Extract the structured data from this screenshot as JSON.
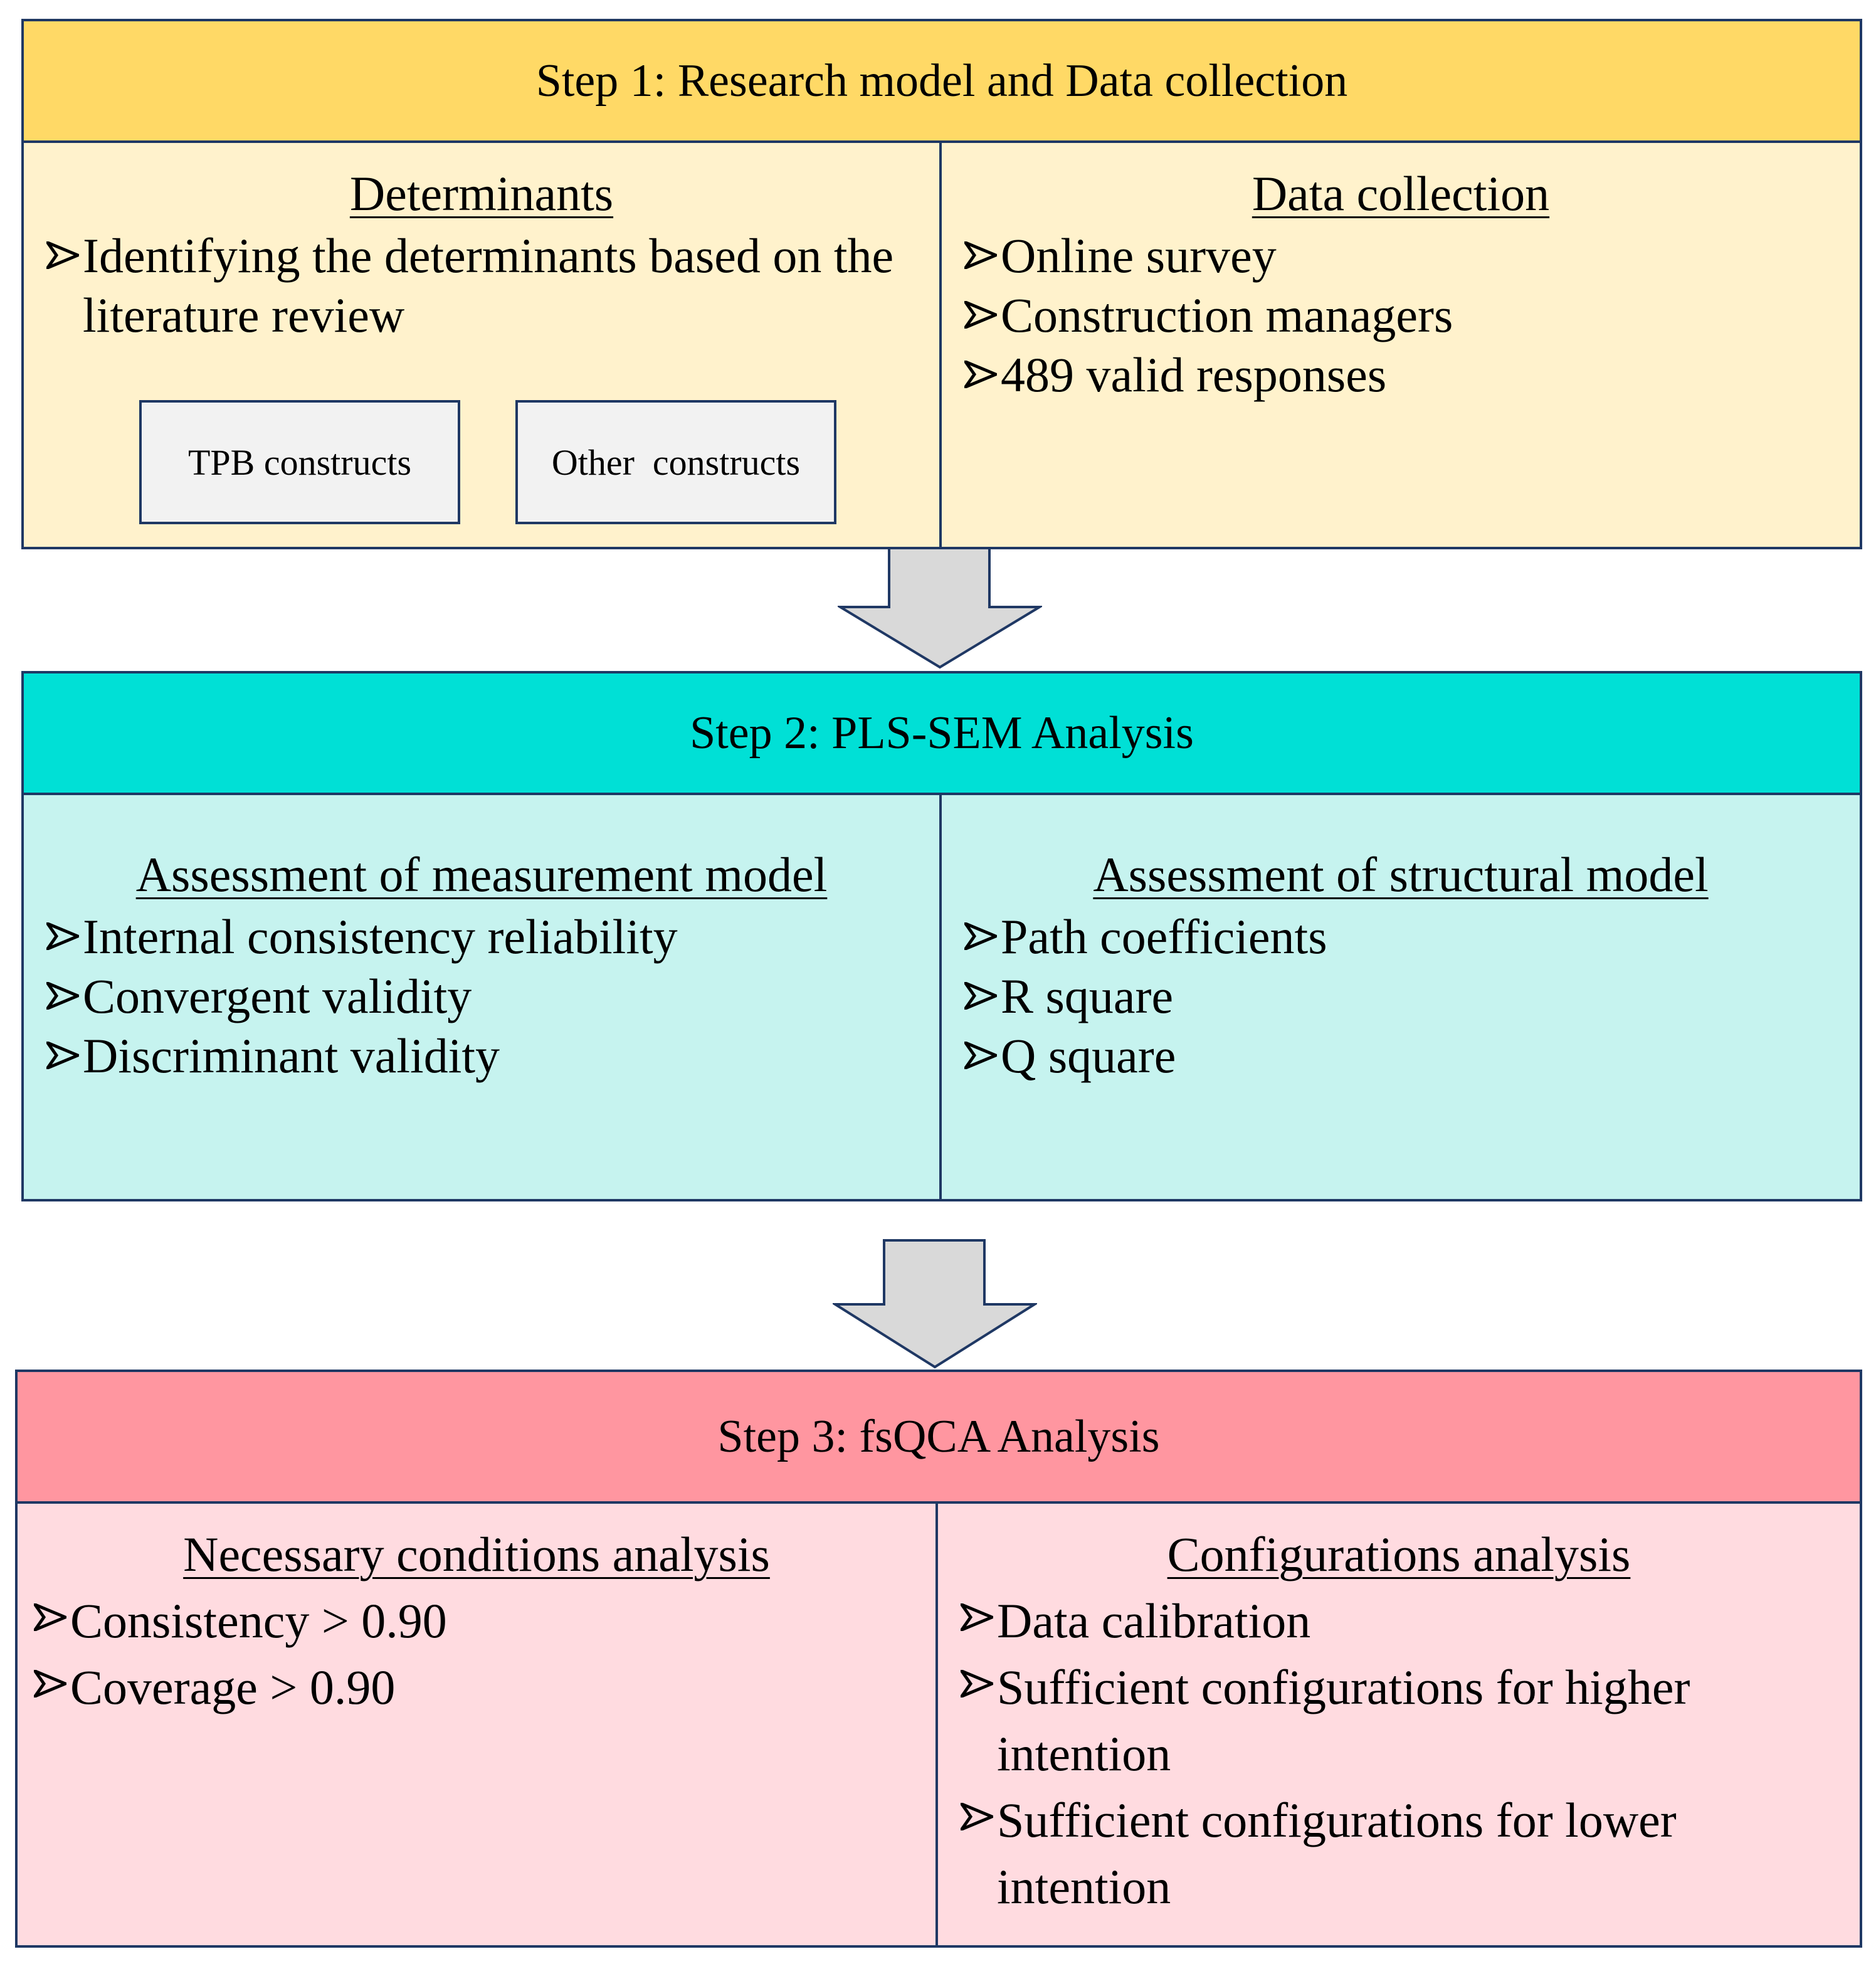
{
  "colors": {
    "border": "#1f3864",
    "step1_header": "#ffd966",
    "step1_body": "#fff2cc",
    "step2_header": "#00e0d6",
    "step2_body": "#c6f3ef",
    "step3_header": "#ff96a0",
    "step3_body": "#ffdbe0",
    "subbox_fill": "#f2f2f2",
    "arrow_fill": "#d9d9d9"
  },
  "step1": {
    "title": "Step 1: Research model and Data collection",
    "left": {
      "title": "Determinants",
      "items": [
        "Identifying the determinants based on the literature review"
      ],
      "boxes": [
        "TPB constructs",
        "Other  constructs"
      ]
    },
    "right": {
      "title": "Data collection",
      "items": [
        "Online survey",
        "Construction managers",
        "489 valid responses"
      ]
    }
  },
  "step2": {
    "title": "Step 2: PLS-SEM Analysis",
    "left": {
      "title": "Assessment of measurement model",
      "items": [
        "Internal consistency reliability",
        "Convergent validity",
        "Discriminant validity"
      ]
    },
    "right": {
      "title": "Assessment of structural model",
      "items": [
        "Path coefficients",
        "R square",
        "Q square"
      ]
    }
  },
  "step3": {
    "title": "Step 3: fsQCA Analysis",
    "left": {
      "title": "Necessary conditions analysis",
      "items": [
        "Consistency > 0.90",
        "Coverage > 0.90"
      ]
    },
    "right": {
      "title": "Configurations analysis",
      "items": [
        "Data calibration",
        "Sufficient configurations for higher intention",
        "Sufficient configurations for lower intention"
      ]
    }
  },
  "icons": {
    "bullet": "arrowhead-bullet-icon",
    "connector": "down-arrow-icon"
  }
}
